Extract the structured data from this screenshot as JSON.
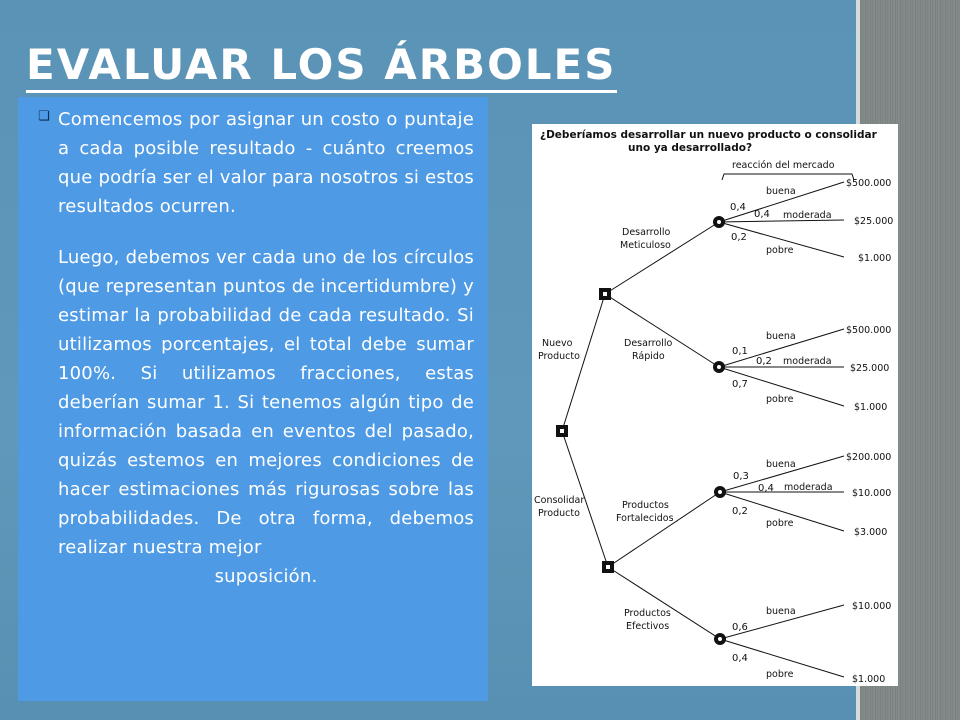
{
  "title": "Evaluar los árboles",
  "paragraphs": [
    "Comencemos por asignar un costo o puntaje a cada posible resultado - cuánto creemos que podría ser el valor para nosotros si estos resultados ocurren.",
    "Luego, debemos ver cada uno de los círculos (que representan puntos de incertidumbre) y estimar la probabilidad de cada resultado. Si utilizamos porcentajes, el total debe sumar 100%. Si utilizamos fracciones, estas deberían sumar 1. Si tenemos algún tipo de información basada en eventos del pasado, quizás estemos en mejores condiciones de hacer estimaciones más rigurosas sobre las probabilidades. De otra forma, debemos realizar nuestra mejor",
    "suposición."
  ],
  "diagram": {
    "question": [
      "¿Deberíamos desarrollar un nuevo producto o consolidar",
      "uno ya desarrollado?"
    ],
    "market_label": "reacción del mercado",
    "root_options": {
      "nuevo": [
        "Nuevo",
        "Producto"
      ],
      "consolidar": [
        "Consolidar",
        "Producto"
      ]
    },
    "sub_options": {
      "meticuloso": [
        "Desarrollo",
        "Meticuloso"
      ],
      "rapido": [
        "Desarrollo",
        "Rápido"
      ],
      "fortalecidos": [
        "Productos",
        "Fortalecidos"
      ],
      "efectivos": [
        "Productos",
        "Efectivos"
      ]
    },
    "branches": {
      "meticuloso": [
        {
          "label": "buena",
          "prob": "0,4",
          "value": "$500.000"
        },
        {
          "label": "moderada",
          "prob": "0,4",
          "value": "$25.000"
        },
        {
          "label": "pobre",
          "prob": "0,2",
          "value": "$1.000"
        }
      ],
      "rapido": [
        {
          "label": "buena",
          "prob": "0,1",
          "value": "$500.000"
        },
        {
          "label": "moderada",
          "prob": "0,2",
          "value": "$25.000"
        },
        {
          "label": "pobre",
          "prob": "0,7",
          "value": "$1.000"
        }
      ],
      "fortalecidos": [
        {
          "label": "buena",
          "prob": "0,3",
          "value": "$200.000"
        },
        {
          "label": "moderada",
          "prob": "0,4",
          "value": "$10.000"
        },
        {
          "label": "pobre",
          "prob": "0,2",
          "value": "$3.000"
        }
      ],
      "efectivos": [
        {
          "label": "buena",
          "prob": "0,6",
          "value": "$10.000"
        },
        {
          "label": "pobre",
          "prob": "0,4",
          "value": "$1.000"
        }
      ]
    }
  }
}
